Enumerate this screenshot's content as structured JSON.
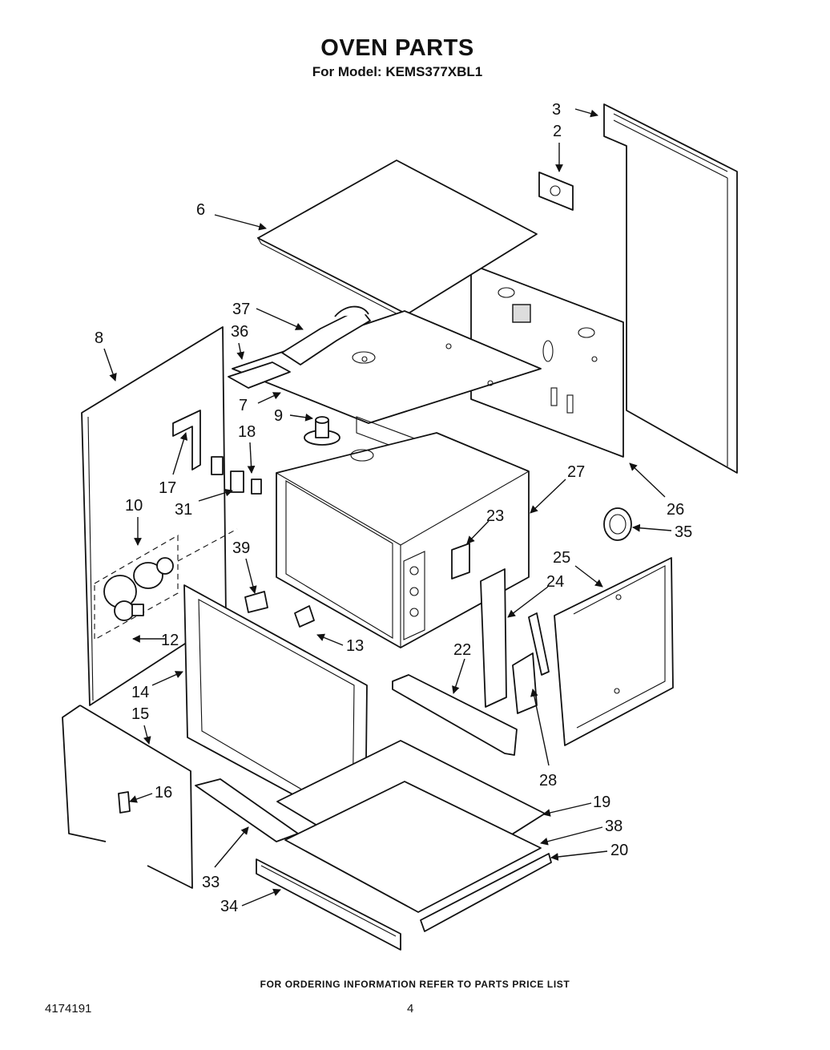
{
  "header": {
    "title": "OVEN PARTS",
    "subtitle": "For Model: KEMS377XBL1"
  },
  "footer": {
    "ordering_note": "FOR ORDERING INFORMATION REFER TO PARTS PRICE LIST",
    "doc_number": "4174191",
    "page_number": "4"
  },
  "callouts": [
    "2",
    "3",
    "6",
    "7",
    "8",
    "9",
    "10",
    "12",
    "13",
    "14",
    "15",
    "16",
    "17",
    "18",
    "19",
    "20",
    "22",
    "23",
    "24",
    "25",
    "26",
    "27",
    "28",
    "31",
    "33",
    "34",
    "35",
    "36",
    "37",
    "38",
    "39"
  ]
}
